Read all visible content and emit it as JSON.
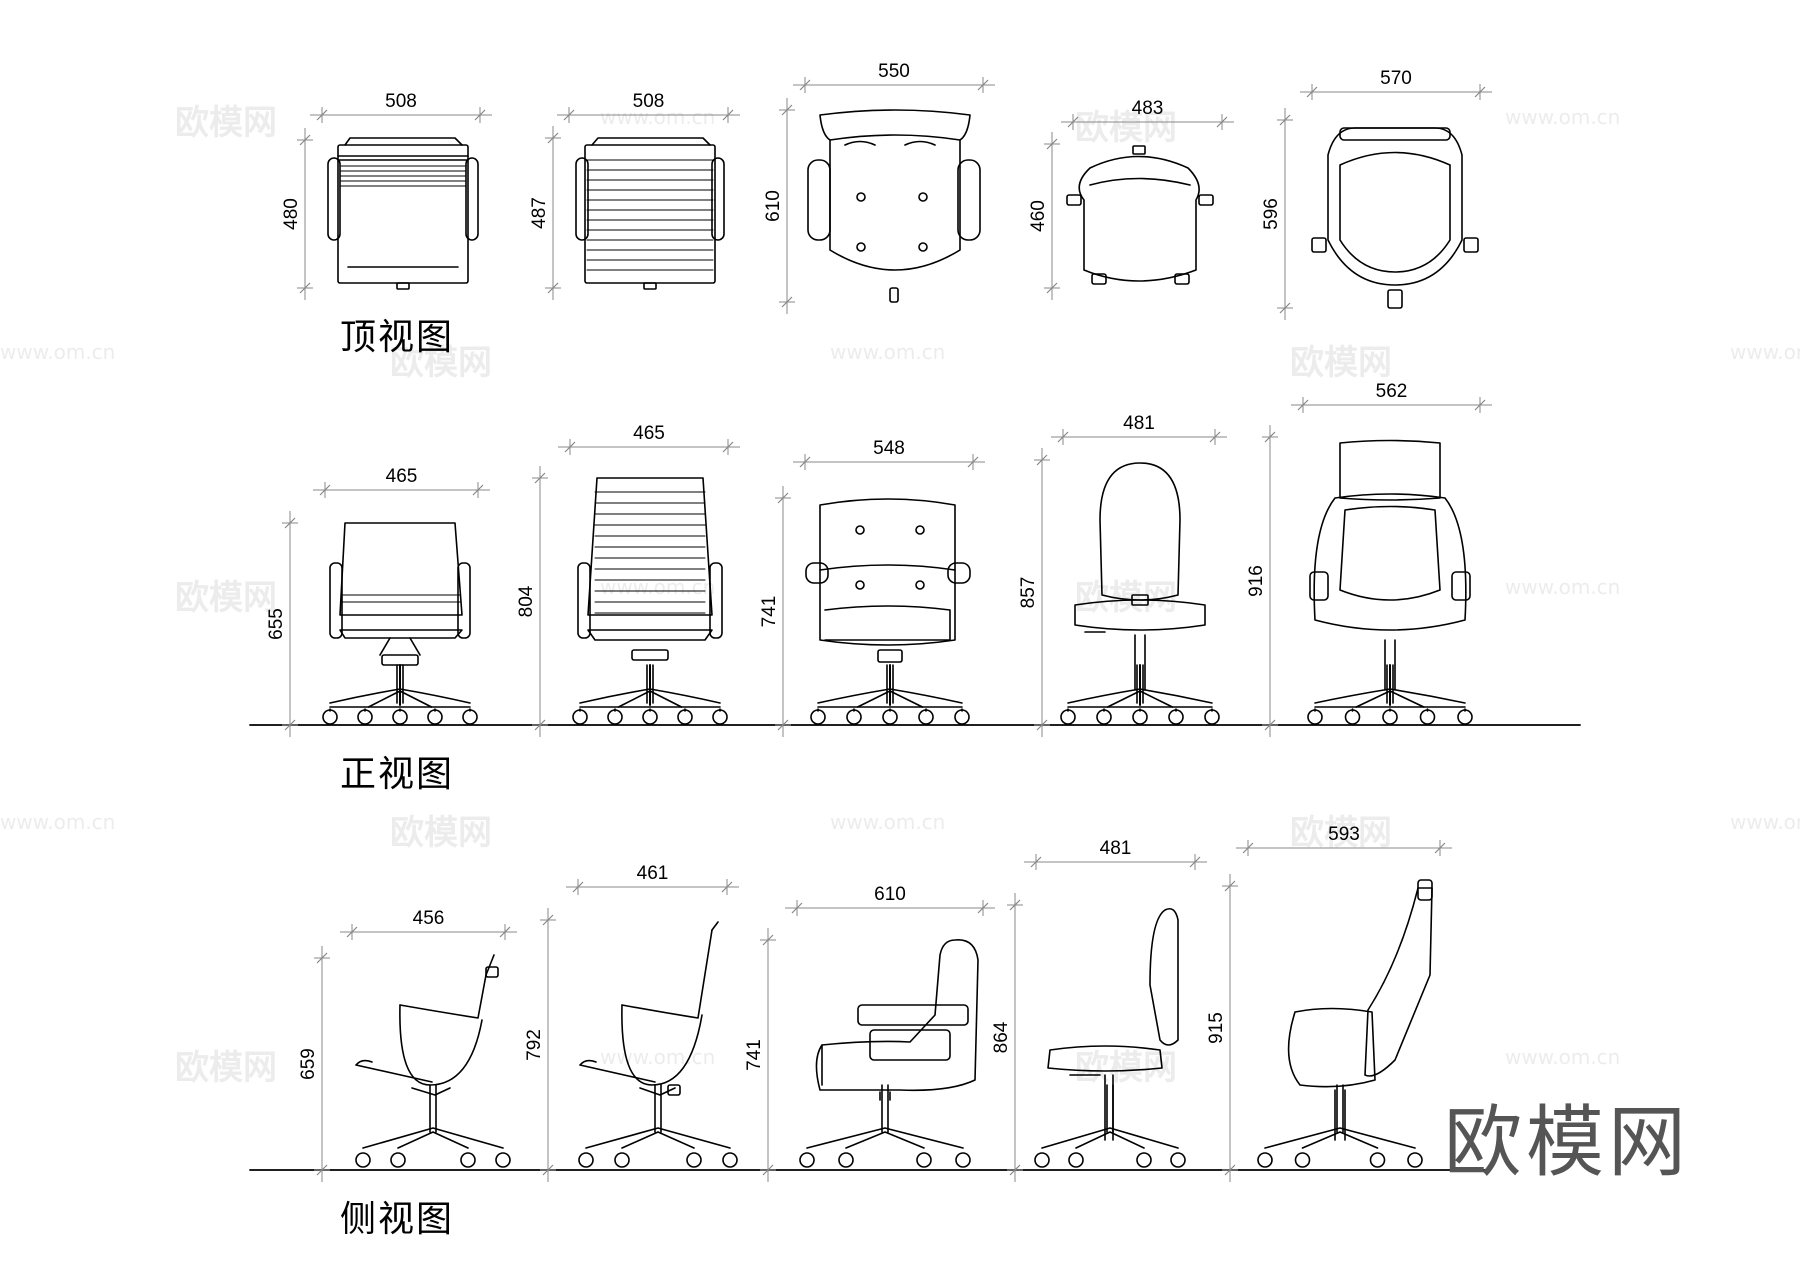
{
  "views": {
    "top": {
      "label": "顶视图",
      "widths": [
        "508",
        "508",
        "550",
        "483",
        "570"
      ],
      "depths": [
        "480",
        "487",
        "610",
        "460",
        "596"
      ]
    },
    "front": {
      "label": "正视图",
      "widths": [
        "465",
        "465",
        "548",
        "481",
        "562"
      ],
      "heights": [
        "655",
        "804",
        "741",
        "857",
        "916"
      ]
    },
    "side": {
      "label": "侧视图",
      "widths": [
        "456",
        "461",
        "610",
        "481",
        "593"
      ],
      "heights": [
        "659",
        "792",
        "741",
        "864",
        "915"
      ]
    }
  },
  "watermark": {
    "brand": "欧模网",
    "url": "www.om.cn"
  }
}
